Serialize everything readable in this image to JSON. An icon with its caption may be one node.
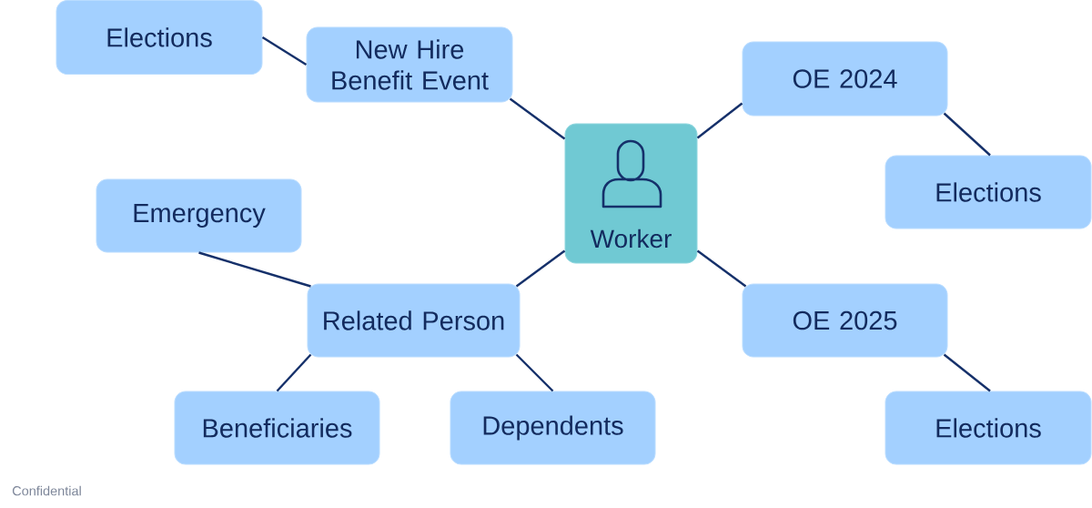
{
  "diagram": {
    "nodes": [
      {
        "text": [
          "Elections"
        ]
      },
      {
        "text": [
          "New Hire Benefit Event"
        ]
      },
      {
        "text": [
          "OE 2024"
        ]
      },
      {
        "text": [
          "Worker"
        ]
      },
      {
        "text": [
          "Elections"
        ]
      },
      {
        "text": [
          "Emergency"
        ]
      },
      {
        "text": [
          "Related Person"
        ]
      },
      {
        "text": [
          "OE 2025"
        ]
      },
      {
        "text": [
          "Beneficiaries"
        ]
      },
      {
        "text": [
          "Dependents"
        ]
      },
      {
        "text": [
          "Elections"
        ]
      }
    ],
    "edges": [
      {
        "from": 1,
        "to": 0,
        "arrow": "none"
      },
      {
        "from": 3,
        "to": 1,
        "arrow": "none"
      },
      {
        "from": 3,
        "to": 2,
        "arrow": "none"
      },
      {
        "from": 2,
        "to": 4,
        "arrow": "none"
      },
      {
        "from": 3,
        "to": 6,
        "arrow": "none"
      },
      {
        "from": 3,
        "to": 7,
        "arrow": "none"
      },
      {
        "from": 7,
        "to": 10,
        "arrow": "none"
      },
      {
        "from": 6,
        "to": 5,
        "arrow": "none"
      },
      {
        "from": 6,
        "to": 8,
        "arrow": "none"
      },
      {
        "from": 6,
        "to": 9,
        "arrow": "none"
      }
    ],
    "labels": [
      "Confidential"
    ]
  }
}
